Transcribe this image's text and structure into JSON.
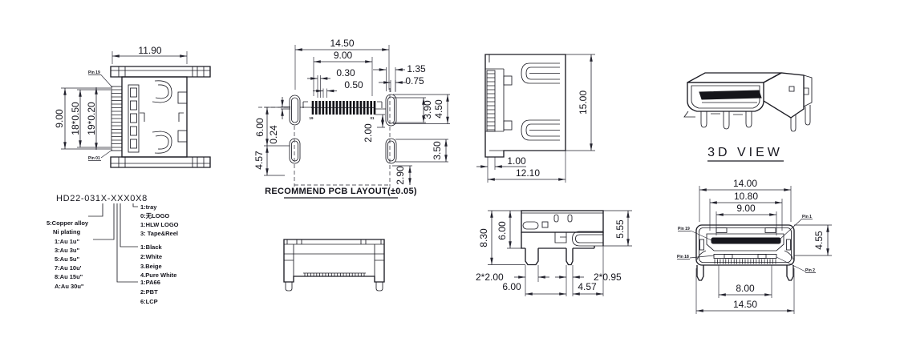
{
  "views": {
    "side_left": {
      "dim_width": "11.90",
      "dim_height": "9.00",
      "dim_pitch_a": "18*0.50",
      "dim_pitch_b": "19*0.20",
      "pin_top": "Pin 19",
      "pin_bottom": "Pin 01"
    },
    "pcb_layout": {
      "caption": "RECOMMEND PCB LAYOUT(±0.05)",
      "dim_total_width": "14.50",
      "dim_row_width": "9.00",
      "dim_gap": "0.30",
      "dim_pad": "0.50",
      "dim_r1": "1.35",
      "dim_r2": "0.75",
      "dim_r3": "3.90",
      "dim_r4": "4.50",
      "dim_mid": "2.00",
      "dim_r5": "3.50",
      "dim_r6": "2.90",
      "dim_l1": "6.00",
      "dim_l2": "0.24",
      "dim_l3": "4.57",
      "pin_first": "19",
      "pin_last": "01"
    },
    "side_right": {
      "dim_height": "15.00",
      "dim_a": "1.00",
      "dim_b": "12.10"
    },
    "three_d": {
      "caption": "3D VIEW"
    },
    "bottom_view": {
      "dim_l1": "8.30",
      "dim_l2": "6.00",
      "dim_r1": "5.55",
      "dim_legs_l": "2*2.00",
      "dim_legs_r": "2*0.95",
      "dim_s1": "6.00",
      "dim_s2": "4.57"
    },
    "front_view": {
      "dim_t1": "14.00",
      "dim_t2": "10.80",
      "dim_t3": "9.00",
      "dim_d": "4.55",
      "dim_e": "8.00",
      "dim_f": "14.50",
      "pin_19": "Pin 19",
      "pin_18": "Pin 18",
      "pin_1": "Pin 1",
      "pin_2": "Pin 2"
    }
  },
  "part_code": {
    "code": "HD22-031X-XXX0X8",
    "material_legend": [
      "5:Copper alloy",
      "Ni plating",
      "1:Au 1u\"",
      "3:Au 3u\"",
      "5:Au 5u\"",
      "7:Au 10u'",
      "8:Au 15u\"",
      "A:Au 30u\""
    ],
    "packing_legend": [
      "1:tray",
      "0:无LOGO",
      "1:HLW LOGO",
      "3: Tape&Reel"
    ],
    "color_legend": [
      "1:Black",
      "2:White",
      "3.Beige",
      "4.Pure White"
    ],
    "plastic_legend": [
      "1:PA66",
      "2:PBT",
      "6:LCP"
    ]
  }
}
